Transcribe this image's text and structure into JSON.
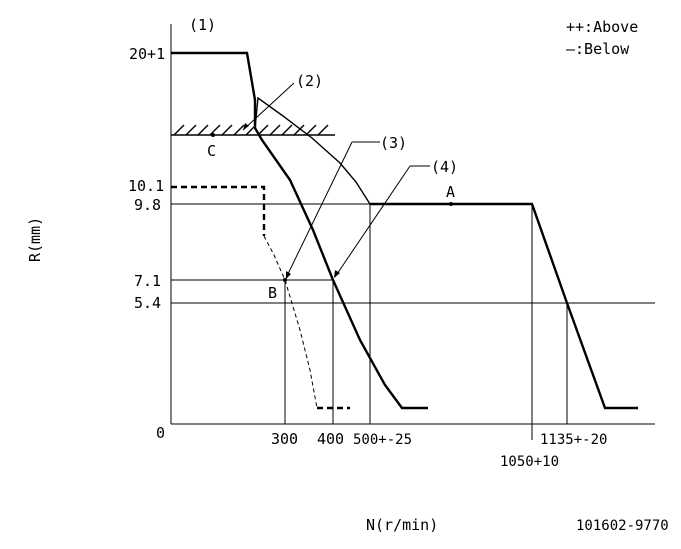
{
  "labels": {
    "ref1": "(1)",
    "ref2": "(2)",
    "ref3": "(3)",
    "ref4": "(4)",
    "legend_above": "++:Above",
    "legend_below": "—:Below",
    "y_axis_title": "R(mm)",
    "x_axis_title": "N(r/min)",
    "drawing_number": "101602-9770",
    "point_a": "A",
    "point_b": "B",
    "point_c": "C"
  },
  "y_ticks": {
    "t20": "20+1",
    "t10_1": "10.1",
    "t9_8": "9.8",
    "t7_1": "7.1",
    "t5_4": "5.4",
    "t0": "0"
  },
  "x_ticks": {
    "t300": "300",
    "t400": "400",
    "t500": "500+-25",
    "t1050": "1050+10",
    "t1135": "1135+-20"
  }
}
